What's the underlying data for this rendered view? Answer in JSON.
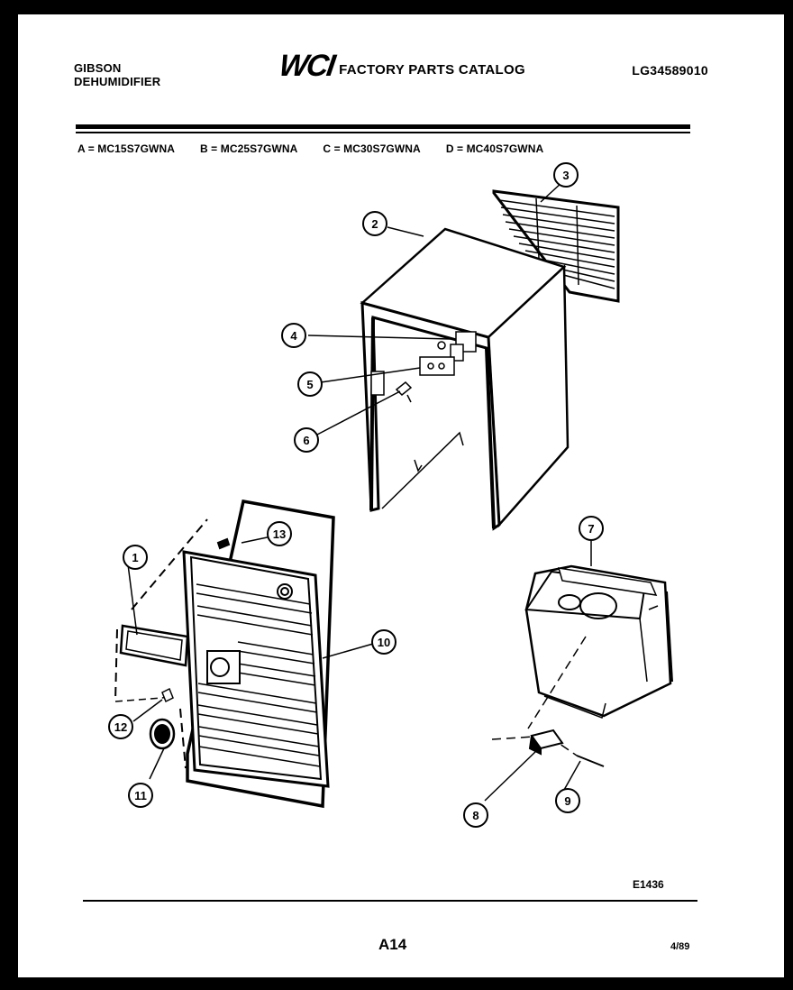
{
  "header": {
    "brand_line1": "GIBSON",
    "brand_line2": "DEHUMIDIFIER",
    "logo": "WCI",
    "catalog_title": "FACTORY PARTS CATALOG",
    "catalog_code": "LG34589010"
  },
  "models": [
    "A = MC15S7GWNA",
    "B = MC25S7GWNA",
    "C = MC30S7GWNA",
    "D = MC40S7GWNA"
  ],
  "callouts": [
    "1",
    "2",
    "3",
    "4",
    "5",
    "6",
    "7",
    "8",
    "9",
    "10",
    "11",
    "12",
    "13"
  ],
  "footer": {
    "reference_code": "E1436",
    "page_number": "A14",
    "date": "4/89"
  },
  "colors": {
    "ink": "#000000",
    "paper": "#ffffff",
    "border": "#000000"
  }
}
